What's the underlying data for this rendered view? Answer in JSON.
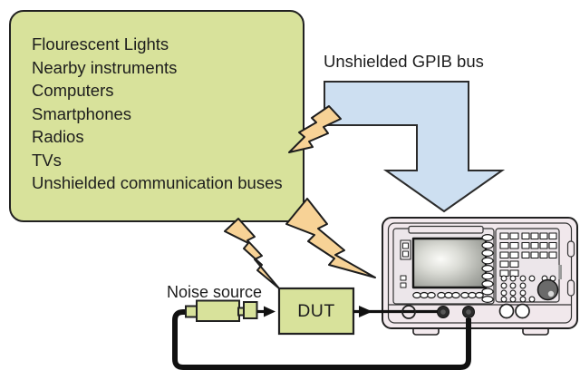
{
  "diagram": {
    "title_context": "EMI noise sources interfering with a noise-figure measurement setup",
    "noise_sources_box": {
      "items": [
        "Flourescent Lights",
        "Nearby instruments",
        "Computers",
        "Smartphones",
        "Radios",
        "TVs",
        "Unshielded communication buses"
      ]
    },
    "gpib_label": "Unshielded GPIB bus",
    "noise_source_label": "Noise source",
    "dut_label": "DUT",
    "components": {
      "analyzer": "noise-figure-analyzer-front-panel",
      "interference": "lightning-bolt-icons",
      "gpib_path": "elbow-arrow-down",
      "cabling": "coaxial-loop-cable"
    },
    "colors": {
      "box_green": "#d8e29b",
      "arrow_blue": "#cddff1",
      "bolt_orange": "#f7d296",
      "instrument_case": "#f3eaee",
      "instrument_panel": "#ece6ea",
      "outline": "#212121",
      "cable_black": "#111111"
    }
  }
}
